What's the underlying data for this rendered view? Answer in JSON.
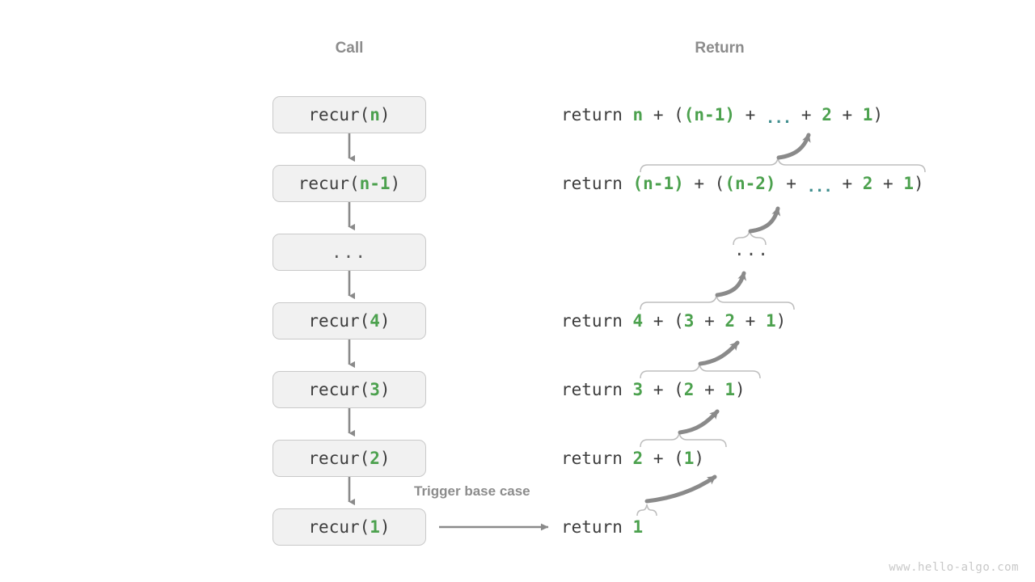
{
  "headers": {
    "call": "Call",
    "return": "Return"
  },
  "watermark": "www.hello-algo.com",
  "trigger_label": "Trigger base case",
  "return_dots": "...",
  "colors": {
    "green": "#4ca14e",
    "text": "#3d3d3d",
    "box_fill": "#f1f1f1",
    "box_border": "#c9c9c9",
    "arrow": "#8a8a8a",
    "header_gray": "#8c8c8c",
    "ellipsis_teal": "#3f8e8e",
    "watermark_gray": "#c8c8c8"
  },
  "call_stack": [
    {
      "prefix": "recur(",
      "arg": "n",
      "suffix": ")",
      "is_dots": false,
      "dots": ""
    },
    {
      "prefix": "recur(",
      "arg": "n-1",
      "suffix": ")",
      "is_dots": false,
      "dots": ""
    },
    {
      "prefix": "",
      "arg": "",
      "suffix": "",
      "is_dots": true,
      "dots": "..."
    },
    {
      "prefix": "recur(",
      "arg": "4",
      "suffix": ")",
      "is_dots": false,
      "dots": ""
    },
    {
      "prefix": "recur(",
      "arg": "3",
      "suffix": ")",
      "is_dots": false,
      "dots": ""
    },
    {
      "prefix": "recur(",
      "arg": "2",
      "suffix": ")",
      "is_dots": false,
      "dots": ""
    },
    {
      "prefix": "recur(",
      "arg": "1",
      "suffix": ")",
      "is_dots": false,
      "dots": ""
    }
  ],
  "returns": [
    {
      "keyword": "return ",
      "tokens": [
        {
          "t": "n",
          "c": "g"
        },
        {
          "t": " + ",
          "c": "op"
        },
        {
          "t": "(",
          "c": "paren"
        },
        {
          "t": "(n-1)",
          "c": "g"
        },
        {
          "t": " + ",
          "c": "op"
        },
        {
          "t": "...",
          "c": "el"
        },
        {
          "t": " + ",
          "c": "op"
        },
        {
          "t": "2",
          "c": "g"
        },
        {
          "t": " + ",
          "c": "op"
        },
        {
          "t": "1",
          "c": "g"
        },
        {
          "t": ")",
          "c": "paren"
        }
      ]
    },
    {
      "keyword": "return ",
      "tokens": [
        {
          "t": "(n-1)",
          "c": "g"
        },
        {
          "t": " + ",
          "c": "op"
        },
        {
          "t": "(",
          "c": "paren"
        },
        {
          "t": "(n-2)",
          "c": "g"
        },
        {
          "t": " + ",
          "c": "op"
        },
        {
          "t": "...",
          "c": "el"
        },
        {
          "t": " + ",
          "c": "op"
        },
        {
          "t": "2",
          "c": "g"
        },
        {
          "t": " + ",
          "c": "op"
        },
        {
          "t": "1",
          "c": "g"
        },
        {
          "t": ")",
          "c": "paren"
        }
      ]
    },
    {
      "keyword": "return ",
      "tokens": [
        {
          "t": "4",
          "c": "g"
        },
        {
          "t": " + ",
          "c": "op"
        },
        {
          "t": "(",
          "c": "paren"
        },
        {
          "t": "3",
          "c": "g"
        },
        {
          "t": " + ",
          "c": "op"
        },
        {
          "t": "2",
          "c": "g"
        },
        {
          "t": " + ",
          "c": "op"
        },
        {
          "t": "1",
          "c": "g"
        },
        {
          "t": ")",
          "c": "paren"
        }
      ]
    },
    {
      "keyword": "return ",
      "tokens": [
        {
          "t": "3",
          "c": "g"
        },
        {
          "t": " + ",
          "c": "op"
        },
        {
          "t": "(",
          "c": "paren"
        },
        {
          "t": "2",
          "c": "g"
        },
        {
          "t": " + ",
          "c": "op"
        },
        {
          "t": "1",
          "c": "g"
        },
        {
          "t": ")",
          "c": "paren"
        }
      ]
    },
    {
      "keyword": "return ",
      "tokens": [
        {
          "t": "2",
          "c": "g"
        },
        {
          "t": " + ",
          "c": "op"
        },
        {
          "t": "(",
          "c": "paren"
        },
        {
          "t": "1",
          "c": "g"
        },
        {
          "t": ")",
          "c": "paren"
        }
      ]
    },
    {
      "keyword": "return ",
      "tokens": [
        {
          "t": "1",
          "c": "g"
        }
      ]
    }
  ]
}
